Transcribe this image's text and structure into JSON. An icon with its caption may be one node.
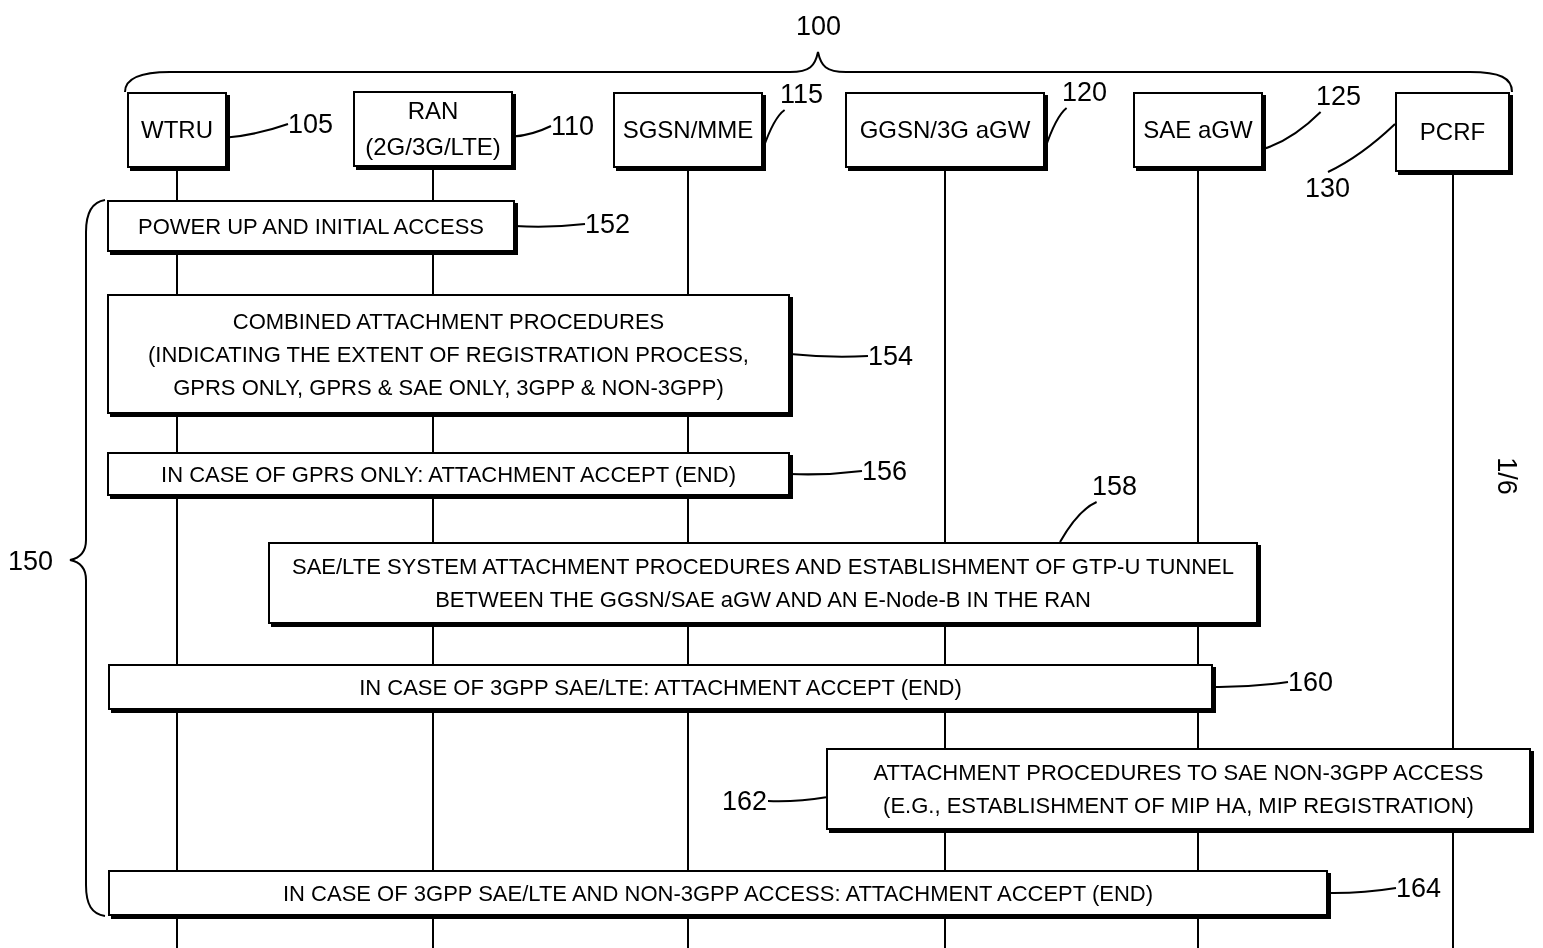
{
  "diagram": {
    "nodes": [
      {
        "text": [
          "WTRU"
        ]
      },
      {
        "text": [
          "RAN (2G/3G/LTE)"
        ]
      },
      {
        "text": [
          "SGSN/MME"
        ]
      },
      {
        "text": [
          "GGSN/3G aGW"
        ]
      },
      {
        "text": [
          "SAE aGW"
        ]
      },
      {
        "text": [
          "PCRF"
        ]
      },
      {
        "text": [
          "POWER UP AND INITIAL ACCESS"
        ]
      },
      {
        "text": [
          "COMBINED ATTACHMENT PROCEDURES",
          "(INDICATING THE EXTENT OF REGISTRATION PROCESS, GPRS ONLY, GPRS & SAE ONLY, 3GPP & NON-3GPP)"
        ]
      },
      {
        "text": [
          "IN CASE OF GPRS ONLY: ATTACHMENT ACCEPT (END)"
        ]
      },
      {
        "text": [
          "SAE/LTE SYSTEM ATTACHMENT PROCEDURES AND ESTABLISHMENT OF GTP-U TUNNEL BETWEEN THE GGSN/SAE aGW AND AN E-Node-B IN THE RAN"
        ]
      },
      {
        "text": [
          "IN CASE OF 3GPP SAE/LTE: ATTACHMENT ACCEPT (END)"
        ]
      },
      {
        "text": [
          "ATTACHMENT PROCEDURES TO SAE NON-3GPP ACCESS",
          "(E.G., ESTABLISHMENT OF MIP HA, MIP REGISTRATION)"
        ]
      },
      {
        "text": [
          "IN CASE OF 3GPP SAE/LTE AND NON-3GPP ACCESS: ATTACHMENT ACCEPT (END)"
        ]
      },
      {
        "text": [
          "105"
        ]
      },
      {
        "text": [
          "110"
        ]
      },
      {
        "text": [
          "115"
        ]
      },
      {
        "text": [
          "120"
        ]
      },
      {
        "text": [
          "125"
        ]
      },
      {
        "text": [
          "130"
        ]
      },
      {
        "text": [
          "152"
        ]
      },
      {
        "text": [
          "154"
        ]
      },
      {
        "text": [
          "156"
        ]
      },
      {
        "text": [
          "158"
        ]
      },
      {
        "text": [
          "160"
        ]
      },
      {
        "text": [
          "162"
        ]
      },
      {
        "text": [
          "164"
        ]
      }
    ],
    "edges": [
      {
        "from": 13,
        "to": 0,
        "arrow": "none"
      },
      {
        "from": 14,
        "to": 1,
        "arrow": "none"
      },
      {
        "from": 15,
        "to": 2,
        "arrow": "none"
      },
      {
        "from": 16,
        "to": 3,
        "arrow": "none"
      },
      {
        "from": 17,
        "to": 4,
        "arrow": "none"
      },
      {
        "from": 18,
        "to": 5,
        "arrow": "none"
      },
      {
        "from": 19,
        "to": 6,
        "arrow": "none"
      },
      {
        "from": 20,
        "to": 7,
        "arrow": "none"
      },
      {
        "from": 21,
        "to": 8,
        "arrow": "none"
      },
      {
        "from": 22,
        "to": 9,
        "arrow": "none"
      },
      {
        "from": 23,
        "to": 10,
        "arrow": "none"
      },
      {
        "from": 24,
        "to": 11,
        "arrow": "none"
      },
      {
        "from": 25,
        "to": 12,
        "arrow": "none"
      }
    ],
    "labels": [
      "100",
      "150",
      "1/6"
    ]
  }
}
